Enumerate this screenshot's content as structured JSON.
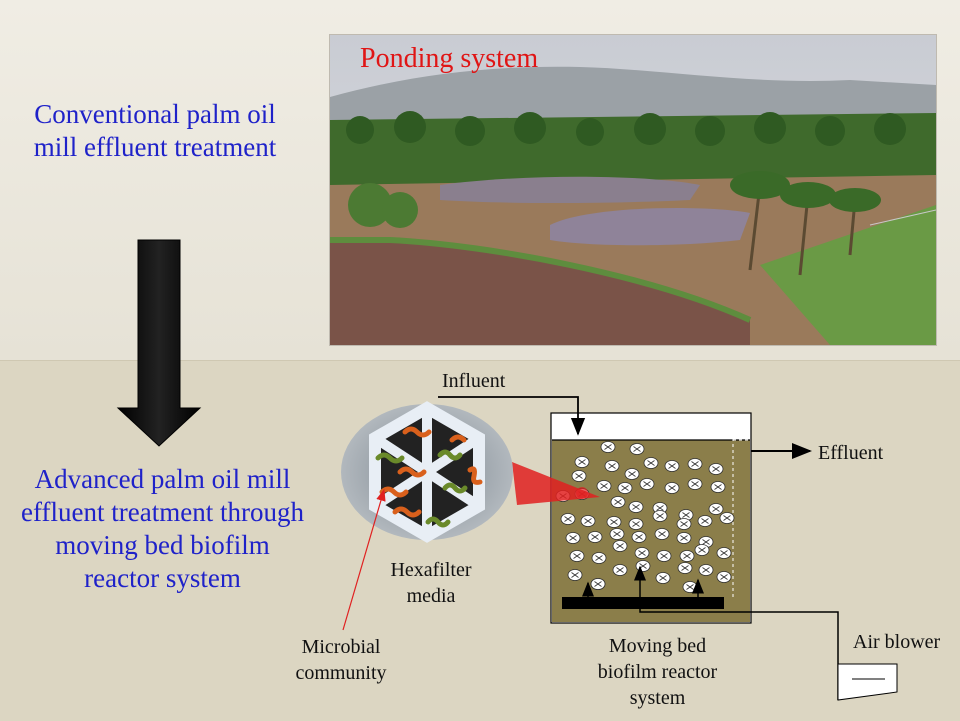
{
  "headings": {
    "conventional": "Conventional palm oil mill effluent treatment",
    "advanced": "Advanced palm oil mill effluent treatment through moving bed biofilm reactor system"
  },
  "photo": {
    "label": "Ponding system"
  },
  "diagram": {
    "influent": "Influent",
    "effluent": "Effluent",
    "air_blower": "Air blower",
    "hexafilter_media": "Hexafilter media",
    "microbial_community": "Microbial community",
    "reactor_system": "Moving bed biofilm reactor system"
  },
  "colors": {
    "heading": "#1f22c9",
    "photo_label": "#e01515",
    "reactor_fill": "#8b7e4a"
  }
}
